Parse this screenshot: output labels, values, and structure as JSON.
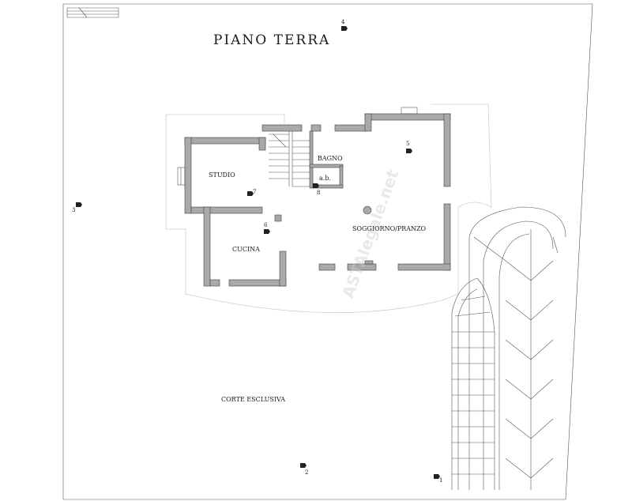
{
  "title": "PIANO TERRA",
  "rooms": {
    "studio": "STUDIO",
    "bagno": "BAGNO",
    "ab": "a.b.",
    "cucina": "CUCINA",
    "soggiorno": "SOGGIORNO/PRANZO",
    "corte": "CORTE ESCLUSIVA"
  },
  "photo_points": {
    "p1": "1",
    "p2": "2",
    "p3": "3",
    "p4": "4",
    "p5": "5",
    "p6": "6",
    "p7": "7",
    "p8": "8"
  },
  "watermark": "ASTAlegale.net",
  "icons": {
    "camera": "camera-icon"
  }
}
